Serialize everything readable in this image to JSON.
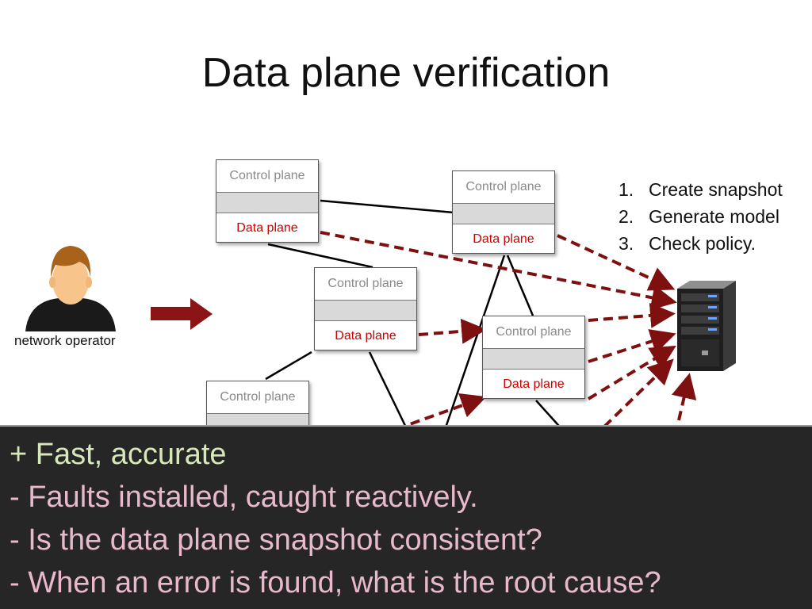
{
  "slide": {
    "title": "Data plane verification"
  },
  "diagram": {
    "node_labels": {
      "control": "Control plane",
      "data": "Data plane"
    },
    "operator_label": "network operator",
    "icons": [
      "person-icon",
      "right-arrow-icon",
      "server-icon"
    ],
    "colors": {
      "data_plane_text": "#d00000",
      "control_plane_text": "#8a8a8a",
      "dashed_arrow": "#7f1010",
      "operator_arrow": "#8b1414"
    }
  },
  "steps": [
    {
      "num": "1.",
      "text": "Create snapshot"
    },
    {
      "num": "2.",
      "text": "Generate model"
    },
    {
      "num": "3.",
      "text": "Check policy."
    }
  ],
  "panel": {
    "lines": [
      {
        "text": "+ Fast, accurate",
        "kind": "pro"
      },
      {
        "text": "- Faults installed, caught reactively.",
        "kind": "con"
      },
      {
        "text": "- Is the data plane snapshot consistent?",
        "kind": "con"
      },
      {
        "text": "- When an error is found, what is the root cause?",
        "kind": "con"
      }
    ],
    "colors": {
      "background": "#262626",
      "pro": "#d7e8b8",
      "con": "#e8b9cc"
    }
  }
}
